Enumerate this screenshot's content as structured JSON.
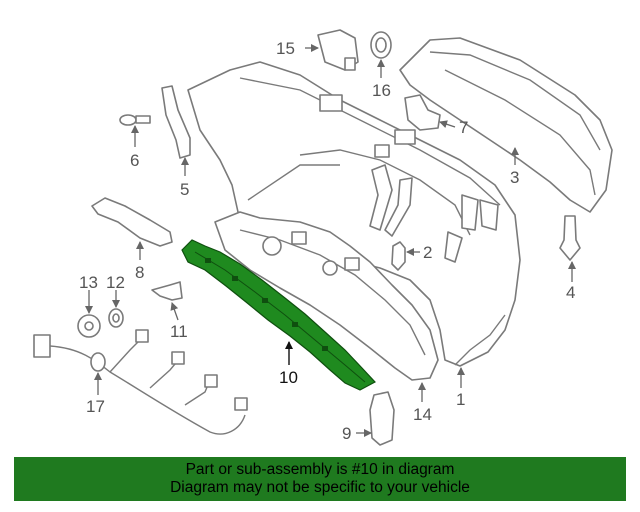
{
  "callouts": {
    "c1": "1",
    "c2": "2",
    "c3": "3",
    "c4": "4",
    "c5": "5",
    "c6": "6",
    "c7": "7",
    "c8": "8",
    "c9": "9",
    "c10": "10",
    "c11": "11",
    "c12": "12",
    "c13": "13",
    "c14": "14",
    "c15": "15",
    "c16": "16",
    "c17": "17"
  },
  "banner": {
    "line1": "Part or sub-assembly is #10 in diagram",
    "line2": "Diagram may not be specific to your vehicle"
  },
  "colors": {
    "highlight": "#1f8a1f",
    "banner": "#1f7a1f",
    "line": "#7a7a7a"
  }
}
